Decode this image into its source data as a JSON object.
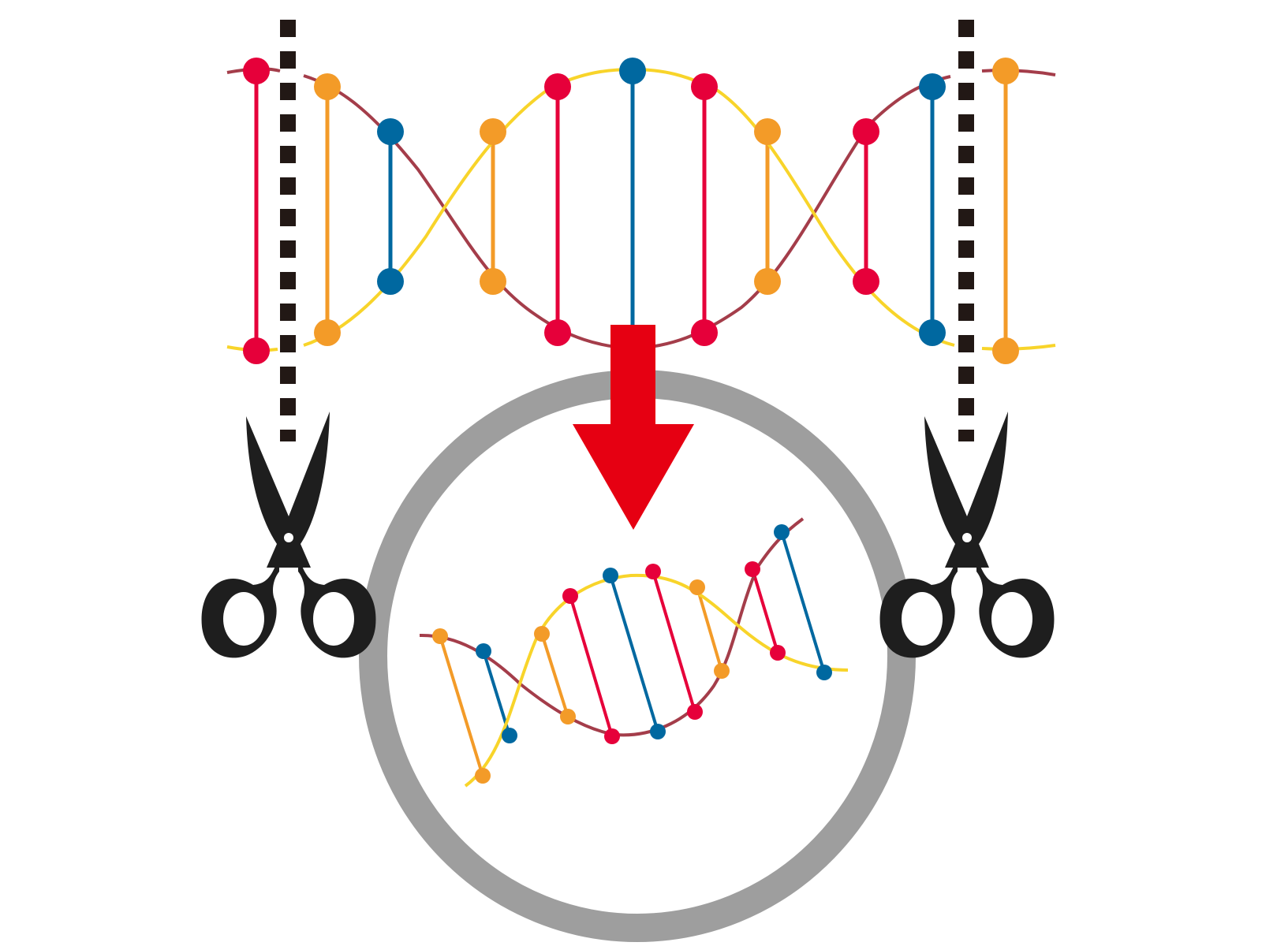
{
  "colors": {
    "red": "#E6003A",
    "orange": "#F39B28",
    "blue": "#0068A0",
    "strand_dark": "#A43D4A",
    "strand_yellow": "#F8D42A",
    "cut_line": "#221815",
    "arrow": "#E60012",
    "plasmid_ring": "#9E9E9E",
    "scissors": "#1E1E1E",
    "background": "#FFFFFF"
  },
  "icons": {
    "left_tool": "scissors-icon",
    "right_tool": "scissors-icon",
    "transfer": "arrow-down-icon",
    "container": "plasmid-ring"
  },
  "upper_dna": {
    "base_pairs": [
      "red",
      "orange",
      "blue",
      "orange",
      "red",
      "blue",
      "red",
      "orange",
      "red",
      "blue",
      "orange"
    ]
  },
  "inserted_dna": {
    "base_pairs": [
      "orange",
      "blue",
      "orange",
      "red",
      "blue",
      "red",
      "orange",
      "red",
      "blue"
    ]
  }
}
